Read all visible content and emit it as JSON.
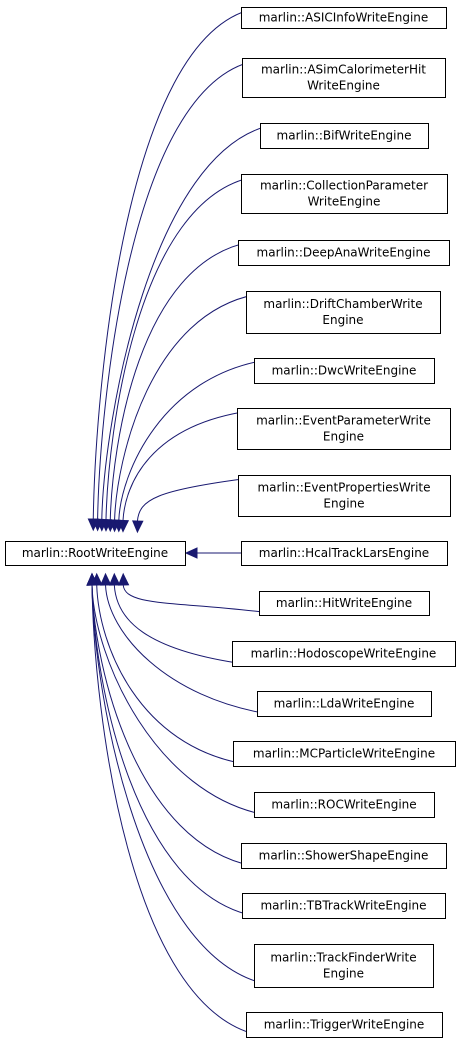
{
  "diagram": {
    "base_class": {
      "lines": [
        "marlin::RootWriteEngine"
      ]
    },
    "derived_classes": [
      {
        "lines": [
          "marlin::ASICInfoWriteEngine"
        ]
      },
      {
        "lines": [
          "marlin::ASimCalorimeterHit",
          "WriteEngine"
        ]
      },
      {
        "lines": [
          "marlin::BifWriteEngine"
        ]
      },
      {
        "lines": [
          "marlin::CollectionParameter",
          "WriteEngine"
        ]
      },
      {
        "lines": [
          "marlin::DeepAnaWriteEngine"
        ]
      },
      {
        "lines": [
          "marlin::DriftChamberWrite",
          "Engine"
        ]
      },
      {
        "lines": [
          "marlin::DwcWriteEngine"
        ]
      },
      {
        "lines": [
          "marlin::EventParameterWrite",
          "Engine"
        ]
      },
      {
        "lines": [
          "marlin::EventPropertiesWrite",
          "Engine"
        ]
      },
      {
        "lines": [
          "marlin::HcalTrackLarsEngine"
        ]
      },
      {
        "lines": [
          "marlin::HitWriteEngine"
        ]
      },
      {
        "lines": [
          "marlin::HodoscopeWriteEngine"
        ]
      },
      {
        "lines": [
          "marlin::LdaWriteEngine"
        ]
      },
      {
        "lines": [
          "marlin::MCParticleWriteEngine"
        ]
      },
      {
        "lines": [
          "marlin::ROCWriteEngine"
        ]
      },
      {
        "lines": [
          "marlin::ShowerShapeEngine"
        ]
      },
      {
        "lines": [
          "marlin::TBTrackWriteEngine"
        ]
      },
      {
        "lines": [
          "marlin::TrackFinderWrite",
          "Engine"
        ]
      },
      {
        "lines": [
          "marlin::TriggerWriteEngine"
        ]
      }
    ],
    "edge_color": "#191970",
    "node_border_color": "#000000"
  }
}
